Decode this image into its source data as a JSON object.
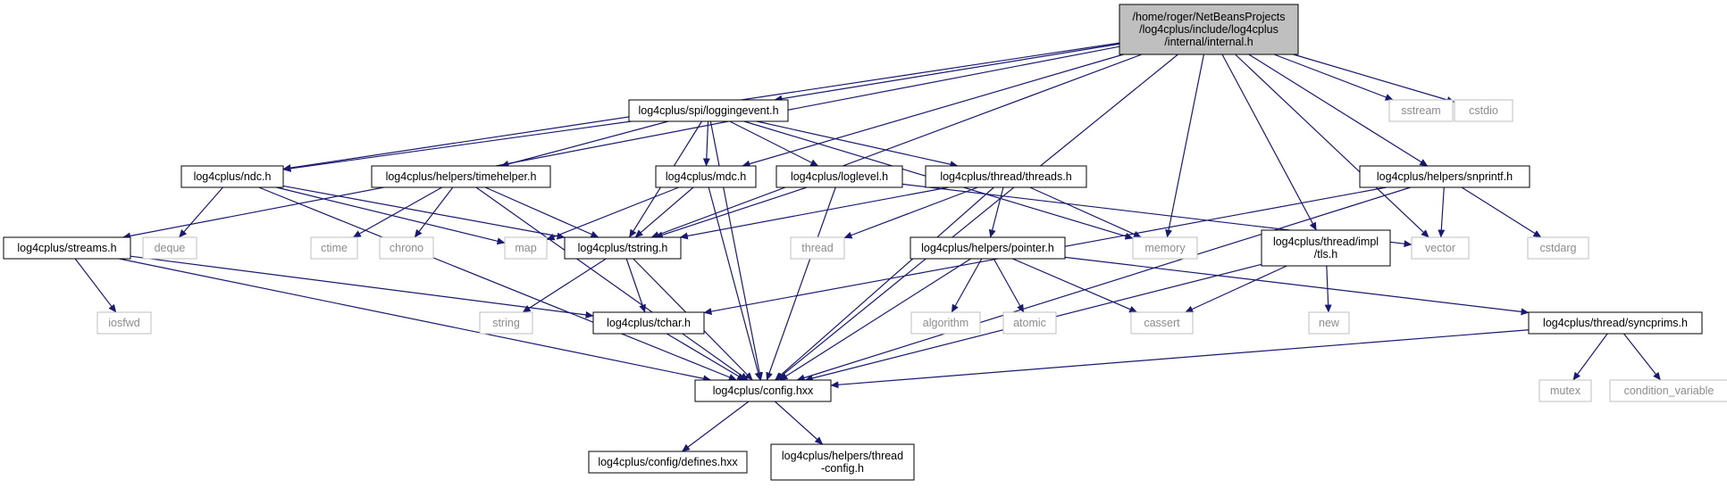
{
  "graph": {
    "nodes": [
      {
        "id": "root",
        "lines": [
          "/home/roger/NetBeansProjects",
          "/log4cplus/include/log4cplus",
          "/internal/internal.h"
        ],
        "kind": "root"
      },
      {
        "id": "loggingevent",
        "lines": [
          "log4cplus/spi/loggingevent.h"
        ],
        "kind": "internal"
      },
      {
        "id": "sstream",
        "lines": [
          "sstream"
        ],
        "kind": "external"
      },
      {
        "id": "cstdio",
        "lines": [
          "cstdio"
        ],
        "kind": "external"
      },
      {
        "id": "ndc",
        "lines": [
          "log4cplus/ndc.h"
        ],
        "kind": "internal"
      },
      {
        "id": "timehelper",
        "lines": [
          "log4cplus/helpers/timehelper.h"
        ],
        "kind": "internal"
      },
      {
        "id": "mdc",
        "lines": [
          "log4cplus/mdc.h"
        ],
        "kind": "internal"
      },
      {
        "id": "loglevel",
        "lines": [
          "log4cplus/loglevel.h"
        ],
        "kind": "internal"
      },
      {
        "id": "threads",
        "lines": [
          "log4cplus/thread/threads.h"
        ],
        "kind": "internal"
      },
      {
        "id": "snprintf",
        "lines": [
          "log4cplus/helpers/snprintf.h"
        ],
        "kind": "internal"
      },
      {
        "id": "streams",
        "lines": [
          "log4cplus/streams.h"
        ],
        "kind": "internal"
      },
      {
        "id": "deque",
        "lines": [
          "deque"
        ],
        "kind": "external"
      },
      {
        "id": "ctime",
        "lines": [
          "ctime"
        ],
        "kind": "external"
      },
      {
        "id": "chrono",
        "lines": [
          "chrono"
        ],
        "kind": "external"
      },
      {
        "id": "map",
        "lines": [
          "map"
        ],
        "kind": "external"
      },
      {
        "id": "tstring",
        "lines": [
          "log4cplus/tstring.h"
        ],
        "kind": "internal"
      },
      {
        "id": "thread",
        "lines": [
          "thread"
        ],
        "kind": "external"
      },
      {
        "id": "pointer",
        "lines": [
          "log4cplus/helpers/pointer.h"
        ],
        "kind": "internal"
      },
      {
        "id": "memory",
        "lines": [
          "memory"
        ],
        "kind": "external"
      },
      {
        "id": "tls",
        "lines": [
          "log4cplus/thread/impl",
          "/tls.h"
        ],
        "kind": "internal"
      },
      {
        "id": "vector",
        "lines": [
          "vector"
        ],
        "kind": "external"
      },
      {
        "id": "cstdarg",
        "lines": [
          "cstdarg"
        ],
        "kind": "external"
      },
      {
        "id": "iosfwd",
        "lines": [
          "iosfwd"
        ],
        "kind": "external"
      },
      {
        "id": "string",
        "lines": [
          "string"
        ],
        "kind": "external"
      },
      {
        "id": "tchar",
        "lines": [
          "log4cplus/tchar.h"
        ],
        "kind": "internal"
      },
      {
        "id": "algorithm",
        "lines": [
          "algorithm"
        ],
        "kind": "external"
      },
      {
        "id": "atomic",
        "lines": [
          "atomic"
        ],
        "kind": "external"
      },
      {
        "id": "cassert",
        "lines": [
          "cassert"
        ],
        "kind": "external"
      },
      {
        "id": "new",
        "lines": [
          "new"
        ],
        "kind": "external"
      },
      {
        "id": "syncprims",
        "lines": [
          "log4cplus/thread/syncprims.h"
        ],
        "kind": "internal"
      },
      {
        "id": "config",
        "lines": [
          "log4cplus/config.hxx"
        ],
        "kind": "internal"
      },
      {
        "id": "mutex",
        "lines": [
          "mutex"
        ],
        "kind": "external"
      },
      {
        "id": "condvar",
        "lines": [
          "condition_variable"
        ],
        "kind": "external"
      },
      {
        "id": "defines",
        "lines": [
          "log4cplus/config/defines.hxx"
        ],
        "kind": "internal"
      },
      {
        "id": "threadconfig",
        "lines": [
          "log4cplus/helpers/thread",
          "-config.h"
        ],
        "kind": "internal"
      }
    ],
    "edges": [
      [
        "root",
        "loggingevent"
      ],
      [
        "root",
        "sstream"
      ],
      [
        "root",
        "cstdio"
      ],
      [
        "root",
        "ndc"
      ],
      [
        "root",
        "streams"
      ],
      [
        "root",
        "mdc"
      ],
      [
        "root",
        "tstring"
      ],
      [
        "root",
        "memory"
      ],
      [
        "root",
        "config"
      ],
      [
        "root",
        "tls"
      ],
      [
        "root",
        "snprintf"
      ],
      [
        "root",
        "vector"
      ],
      [
        "loggingevent",
        "ndc"
      ],
      [
        "loggingevent",
        "timehelper"
      ],
      [
        "loggingevent",
        "mdc"
      ],
      [
        "loggingevent",
        "loglevel"
      ],
      [
        "loggingevent",
        "threads"
      ],
      [
        "loggingevent",
        "tstring"
      ],
      [
        "loggingevent",
        "memory"
      ],
      [
        "loggingevent",
        "config"
      ],
      [
        "ndc",
        "deque"
      ],
      [
        "ndc",
        "map"
      ],
      [
        "ndc",
        "tstring"
      ],
      [
        "ndc",
        "config"
      ],
      [
        "timehelper",
        "ctime"
      ],
      [
        "timehelper",
        "chrono"
      ],
      [
        "timehelper",
        "tstring"
      ],
      [
        "timehelper",
        "config"
      ],
      [
        "mdc",
        "map"
      ],
      [
        "mdc",
        "tstring"
      ],
      [
        "mdc",
        "config"
      ],
      [
        "loglevel",
        "tstring"
      ],
      [
        "loglevel",
        "vector"
      ],
      [
        "loglevel",
        "config"
      ],
      [
        "threads",
        "thread"
      ],
      [
        "threads",
        "pointer"
      ],
      [
        "threads",
        "memory"
      ],
      [
        "threads",
        "tstring"
      ],
      [
        "threads",
        "config"
      ],
      [
        "snprintf",
        "vector"
      ],
      [
        "snprintf",
        "cstdarg"
      ],
      [
        "snprintf",
        "tchar"
      ],
      [
        "snprintf",
        "config"
      ],
      [
        "streams",
        "iosfwd"
      ],
      [
        "streams",
        "tchar"
      ],
      [
        "streams",
        "config"
      ],
      [
        "tstring",
        "string"
      ],
      [
        "tstring",
        "tchar"
      ],
      [
        "tstring",
        "config"
      ],
      [
        "tchar",
        "config"
      ],
      [
        "pointer",
        "algorithm"
      ],
      [
        "pointer",
        "atomic"
      ],
      [
        "pointer",
        "cassert"
      ],
      [
        "pointer",
        "syncprims"
      ],
      [
        "pointer",
        "config"
      ],
      [
        "tls",
        "cassert"
      ],
      [
        "tls",
        "new"
      ],
      [
        "tls",
        "config"
      ],
      [
        "syncprims",
        "mutex"
      ],
      [
        "syncprims",
        "condvar"
      ],
      [
        "syncprims",
        "config"
      ],
      [
        "config",
        "defines"
      ],
      [
        "config",
        "threadconfig"
      ]
    ]
  }
}
